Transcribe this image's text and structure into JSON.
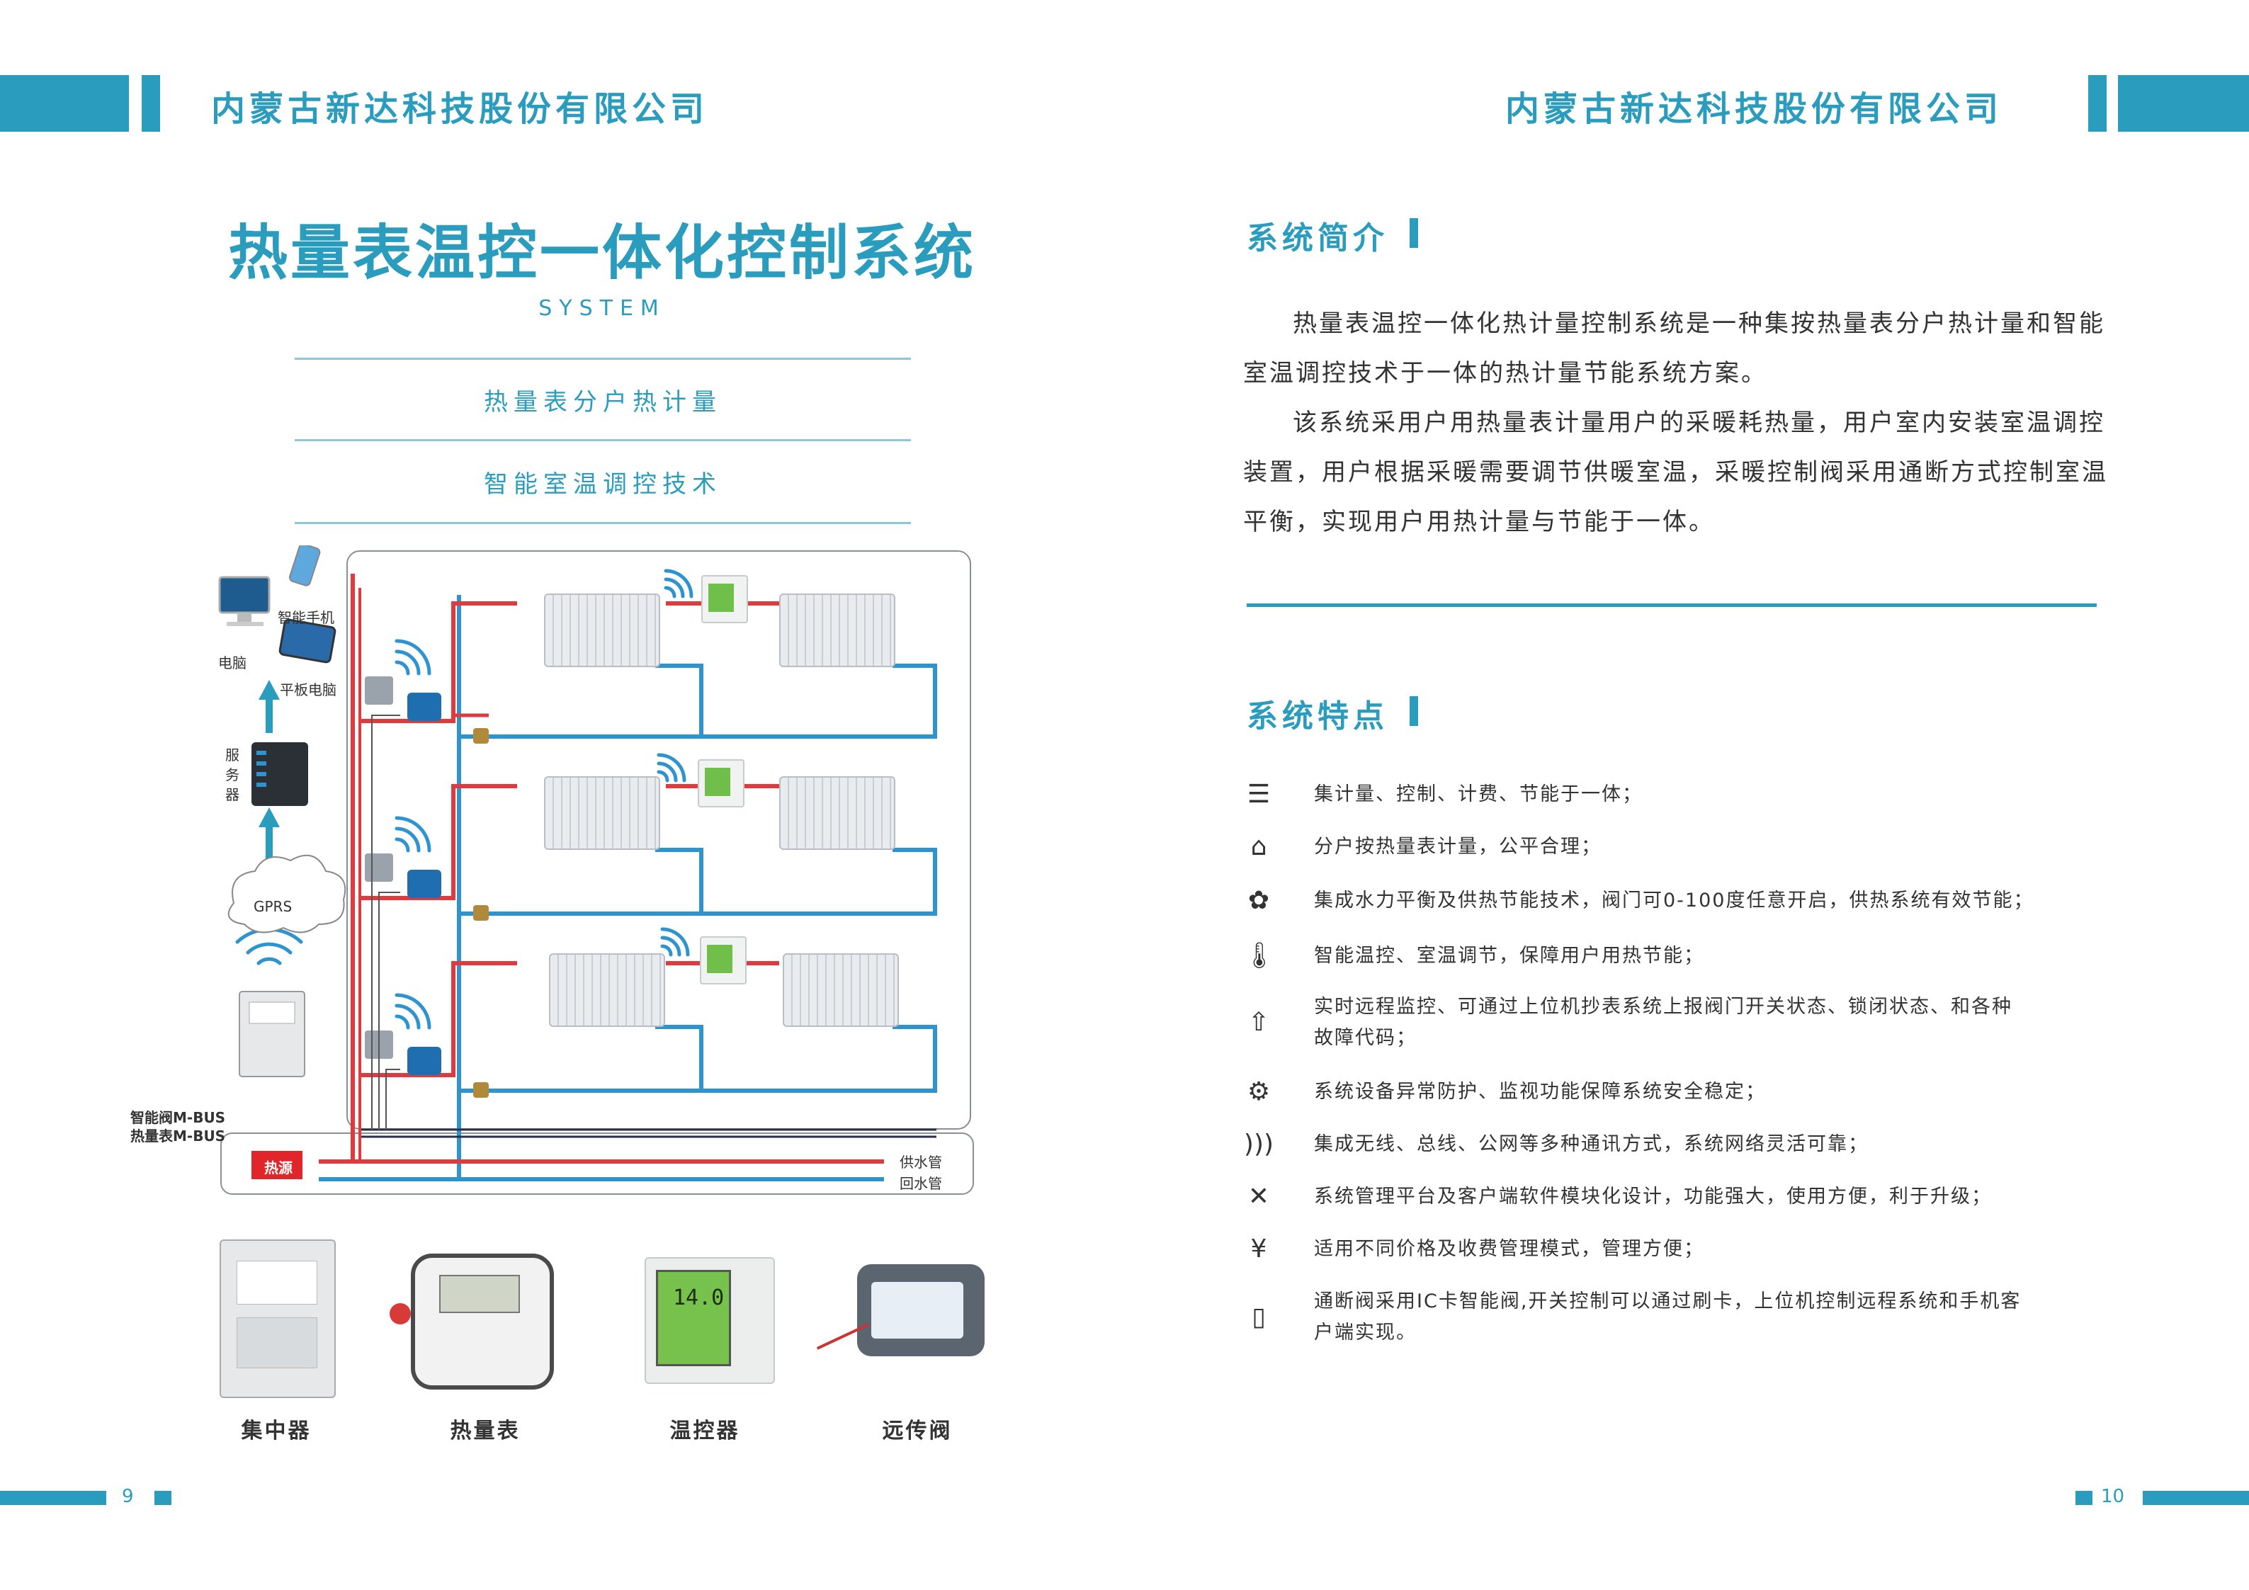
{
  "header": {
    "company_left": "内蒙古新达科技股份有限公司",
    "company_right": "内蒙古新达科技股份有限公司"
  },
  "left": {
    "title": "热量表温控一体化控制系统",
    "subtitle": "SYSTEM",
    "tags": [
      "热量表分户热计量",
      "智能室温调控技术"
    ],
    "diagram": {
      "devices": {
        "phone": "智能手机",
        "pc": "电脑",
        "tablet": "平板电脑",
        "server": "服务器",
        "gprs": "GPRS"
      },
      "bus_labels": [
        "智能阀M-BUS",
        "热量表M-BUS"
      ],
      "heat_source": "热源",
      "pipe_labels": {
        "supply": "供水管",
        "return": "回水管"
      },
      "thermostat_reading": "14.0"
    },
    "products": [
      "集中器",
      "热量表",
      "温控器",
      "远传阀"
    ],
    "page_number": "9"
  },
  "right": {
    "intro_title": "系统简介",
    "intro_paragraphs": [
      "热量表温控一体化热计量控制系统是一种集按热量表分户热计量和智能室温调控技术于一体的热计量节能系统方案。",
      "该系统采用户用热量表计量用户的采暖耗热量，用户室内安装室温调控装置，用户根据采暖需要调节供暖室温，采暖控制阀采用通断方式控制室温平衡，实现用户用热计量与节能于一体。"
    ],
    "features_title": "系统特点",
    "features": [
      {
        "icon": "list-icon",
        "text": "集计量、控制、计费、节能于一体；"
      },
      {
        "icon": "home-icon",
        "text": "分户按热量表计量，公平合理；"
      },
      {
        "icon": "flower-icon",
        "text": "集成水力平衡及供热节能技术，阀门可0-100度任意开启，供热系统有效节能；"
      },
      {
        "icon": "thermometer-icon",
        "text": "智能温控、室温调节，保障用户用热节能；"
      },
      {
        "icon": "upload-icon",
        "text": "实时远程监控、可通过上位机抄表系统上报阀门开关状态、锁闭状态、和各种故障代码；"
      },
      {
        "icon": "gears-icon",
        "text": "系统设备异常防护、监视功能保障系统安全稳定；"
      },
      {
        "icon": "rss-icon",
        "text": "集成无线、总线、公网等多种通讯方式，系统网络灵活可靠；"
      },
      {
        "icon": "tools-icon",
        "text": "系统管理平台及客户端软件模块化设计，功能强大，使用方便，利于升级；"
      },
      {
        "icon": "money-icon",
        "text": "适用不同价格及收费管理模式，管理方便；"
      },
      {
        "icon": "mobile-icon",
        "text": "通断阀采用IC卡智能阀,开关控制可以通过刷卡，上位机控制远程系统和手机客户端实现。"
      }
    ],
    "page_number": "10"
  }
}
